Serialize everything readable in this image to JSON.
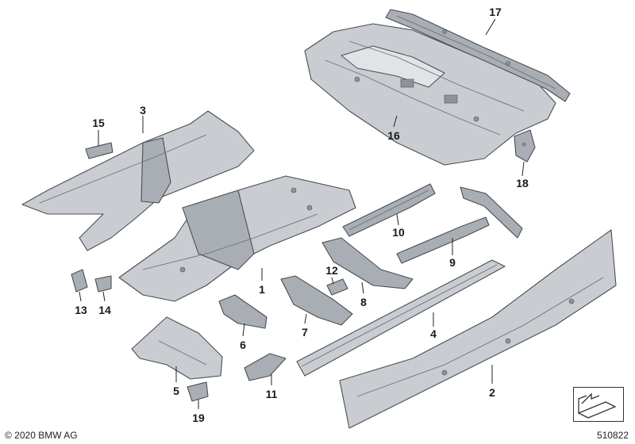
{
  "parts": [
    {
      "id": "1",
      "label": "1"
    },
    {
      "id": "2",
      "label": "2"
    },
    {
      "id": "3",
      "label": "3"
    },
    {
      "id": "4",
      "label": "4"
    },
    {
      "id": "5",
      "label": "5"
    },
    {
      "id": "6",
      "label": "6"
    },
    {
      "id": "7",
      "label": "7"
    },
    {
      "id": "8",
      "label": "8"
    },
    {
      "id": "9",
      "label": "9"
    },
    {
      "id": "10",
      "label": "10"
    },
    {
      "id": "11",
      "label": "11"
    },
    {
      "id": "12",
      "label": "12"
    },
    {
      "id": "13",
      "label": "13"
    },
    {
      "id": "14",
      "label": "14"
    },
    {
      "id": "15",
      "label": "15"
    },
    {
      "id": "16",
      "label": "16"
    },
    {
      "id": "17",
      "label": "17"
    },
    {
      "id": "18",
      "label": "18"
    },
    {
      "id": "19",
      "label": "19"
    }
  ],
  "footer": {
    "copyright": "© 2020 BMW AG",
    "diagram_id": "510822"
  },
  "colors": {
    "metal": "#c9cdd2",
    "metal_dark": "#a9aeb4",
    "outline": "#4a4e54",
    "label": "#1a1a1a"
  },
  "nav_icon": "arrow-nav-icon"
}
